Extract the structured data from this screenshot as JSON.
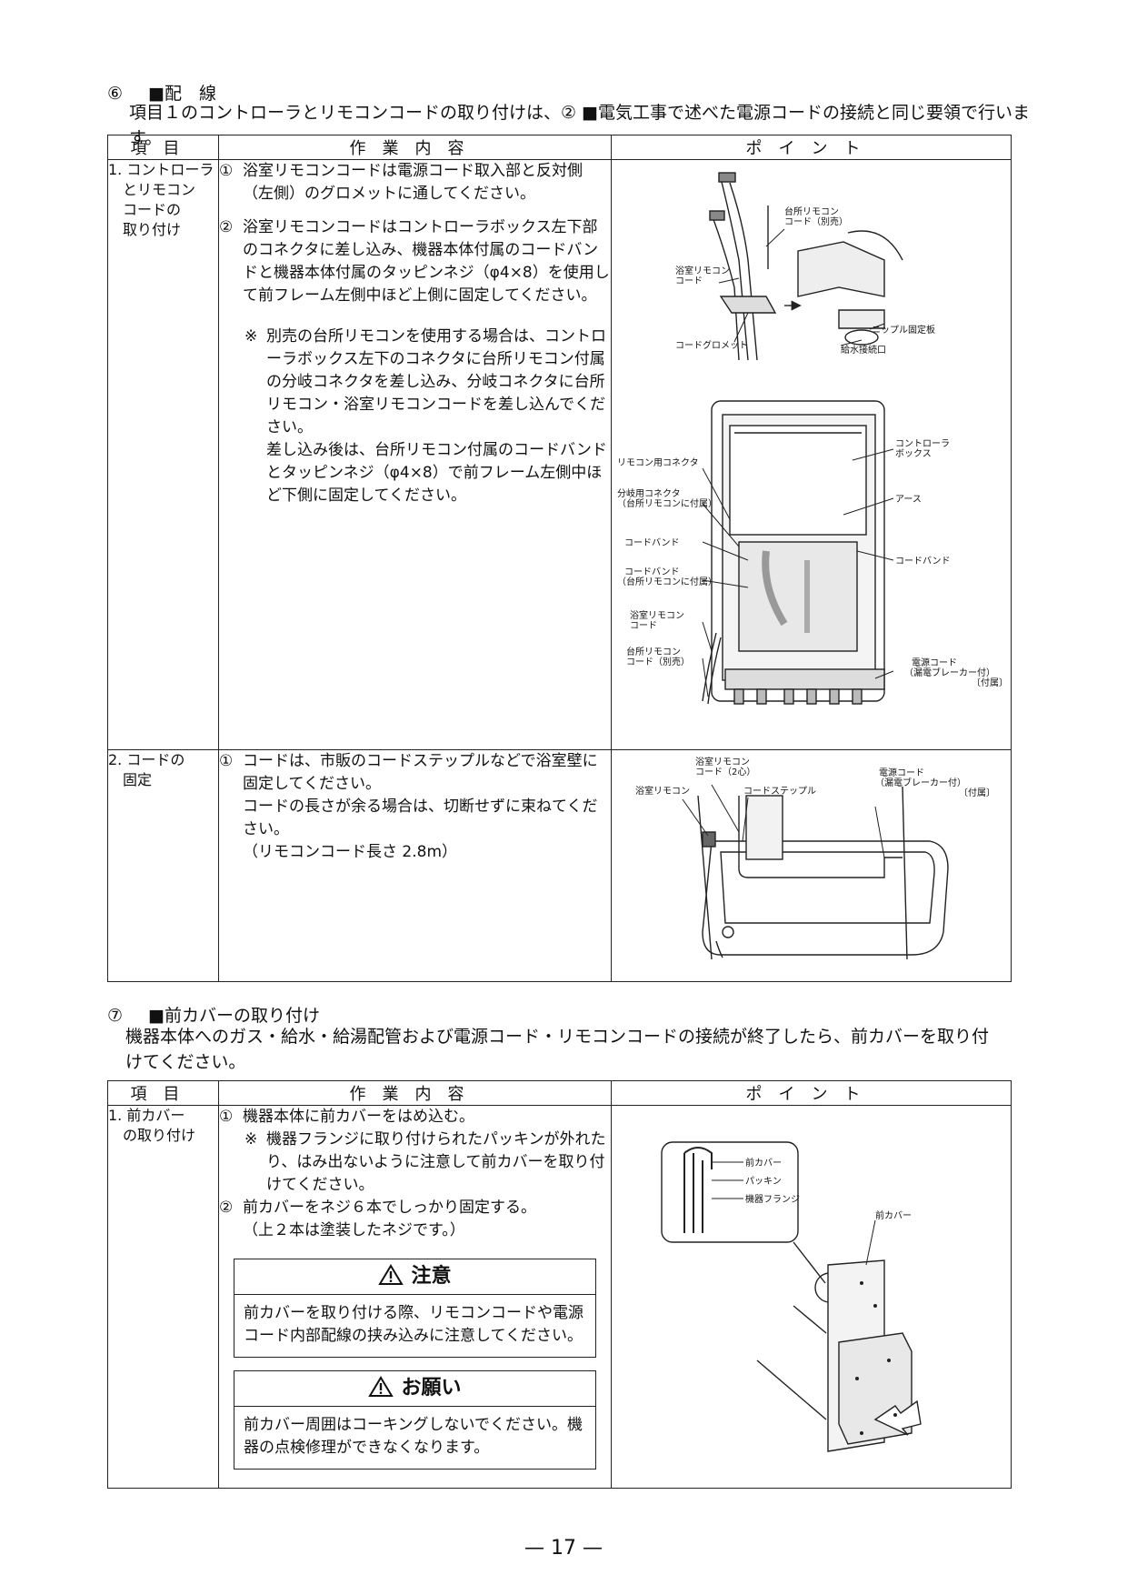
{
  "section6": {
    "number": "⑥",
    "title": "■配　線",
    "intro": "項目１のコントローラとリモコンコードの取り付けは、② ■電気工事で述べた電源コードの接続と同じ要領で行います。"
  },
  "table_headers": {
    "item": "項目",
    "work": "作業内容",
    "point": "ポイント"
  },
  "table1": {
    "rows": [
      {
        "item": "1. コントローラ\n　とリモコン\n　コードの\n　取り付け",
        "steps": [
          {
            "num": "①",
            "text": "浴室リモコンコードは電源コード取入部と反対側（左側）のグロメットに通してください。"
          },
          {
            "num": "②",
            "text": "浴室リモコンコードはコントローラボックス左下部のコネクタに差し込み、機器本体付属のコードバンドと機器本体付属のタッピンネジ（φ4×8）を使用して前フレーム左側中ほど上側に固定してください。"
          }
        ],
        "note_mark": "※",
        "note": "別売の台所リモコンを使用する場合は、コントローラボックス左下のコネクタに台所リモコン付属の分岐コネクタを差し込み、分岐コネクタに台所リモコン・浴室リモコンコードを差し込んでください。",
        "note2": "差し込み後は、台所リモコン付属のコードバンドとタッピンネジ（φ4×8）で前フレーム左側中ほど下側に固定してください。",
        "fig1_labels": {
          "kitchen_cord": "台所リモコン\nコード（別売）",
          "bath_cord": "浴室リモコン\nコード",
          "grommet": "コードグロメット",
          "nipple_plate": "ニップル固定板",
          "water_inlet": "給水接続口"
        },
        "fig2_labels": {
          "controller_box": "コントローラ\nボックス",
          "remote_connector": "リモコン用コネクタ",
          "branch_connector": "分岐用コネクタ\n（台所リモコンに付属）",
          "earth": "アース",
          "cord_band_l": "コードバンド",
          "cord_band_r": "コードバンド",
          "cord_band_kitchen": "コードバンド\n（台所リモコンに付属）",
          "bath_cord": "浴室リモコン\nコード",
          "kitchen_cord": "台所リモコン\nコード（別売）",
          "power_cord": "電源コード\n（漏電ブレーカー付）\n〔付属〕"
        }
      },
      {
        "item": "2. コードの\n　固定",
        "steps": [
          {
            "num": "①",
            "text": "コードは、市販のコードステップルなどで浴室壁に固定してください。\nコードの長さが余る場合は、切断せずに束ねてください。\n（リモコンコード長さ 2.8m）"
          }
        ],
        "fig_labels": {
          "bath_cord": "浴室リモコン\nコード（2心）",
          "bath_remote": "浴室リモコン",
          "staple": "コードステップル",
          "power_cord": "電源コード\n（漏電ブレーカー付）\n〔付属〕"
        }
      }
    ]
  },
  "section7": {
    "number": "⑦",
    "title": "■前カバーの取り付け",
    "intro": "機器本体へのガス・給水・給湯配管および電源コード・リモコンコードの接続が終了したら、前カバーを取り付けてください。"
  },
  "table2": {
    "item": "1. 前カバー\n　の取り付け",
    "step1_num": "①",
    "step1": "機器本体に前カバーをはめ込む。",
    "step1_note_mark": "※",
    "step1_note": "機器フランジに取り付けられたパッキンが外れたり、はみ出ないように注意して前カバーを取り付けてください。",
    "step2_num": "②",
    "step2": "前カバーをネジ６本でしっかり固定する。",
    "step2_sub": "（上２本は塗装したネジです。）",
    "caution_title": "注意",
    "caution_text": "前カバーを取り付ける際、リモコンコードや電源コード内部配線の挟み込みに注意してください。",
    "request_title": "お願い",
    "request_text": "前カバー周囲はコーキングしないでください。機器の点検修理ができなくなります。",
    "fig_labels": {
      "front_cover_a": "前カバー",
      "packing": "パッキン",
      "flange": "機器フランジ",
      "front_cover_b": "前カバー"
    }
  },
  "page_number": "— 17 —"
}
